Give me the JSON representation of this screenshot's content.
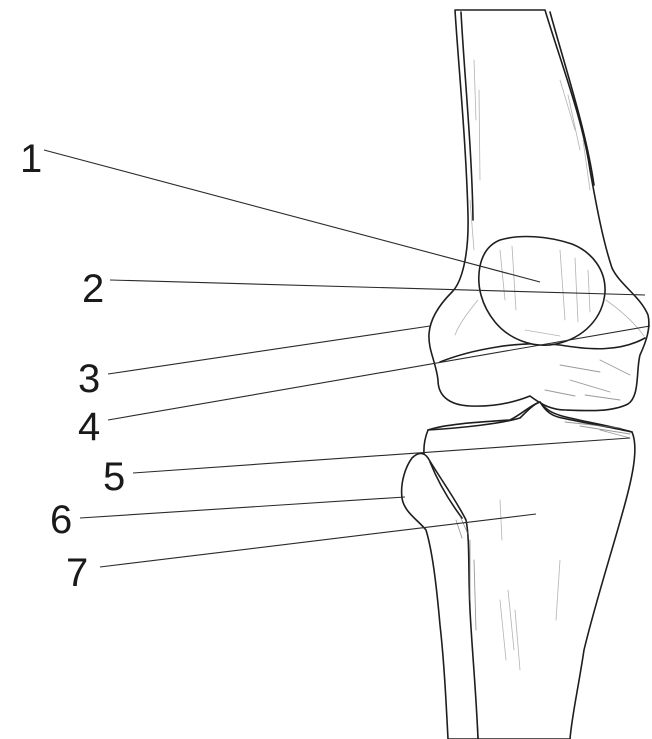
{
  "labels": [
    {
      "id": 1,
      "text": "1"
    },
    {
      "id": 2,
      "text": "2"
    },
    {
      "id": 3,
      "text": "3"
    },
    {
      "id": 4,
      "text": "4"
    },
    {
      "id": 5,
      "text": "5"
    },
    {
      "id": 6,
      "text": "6"
    },
    {
      "id": 7,
      "text": "7"
    }
  ]
}
